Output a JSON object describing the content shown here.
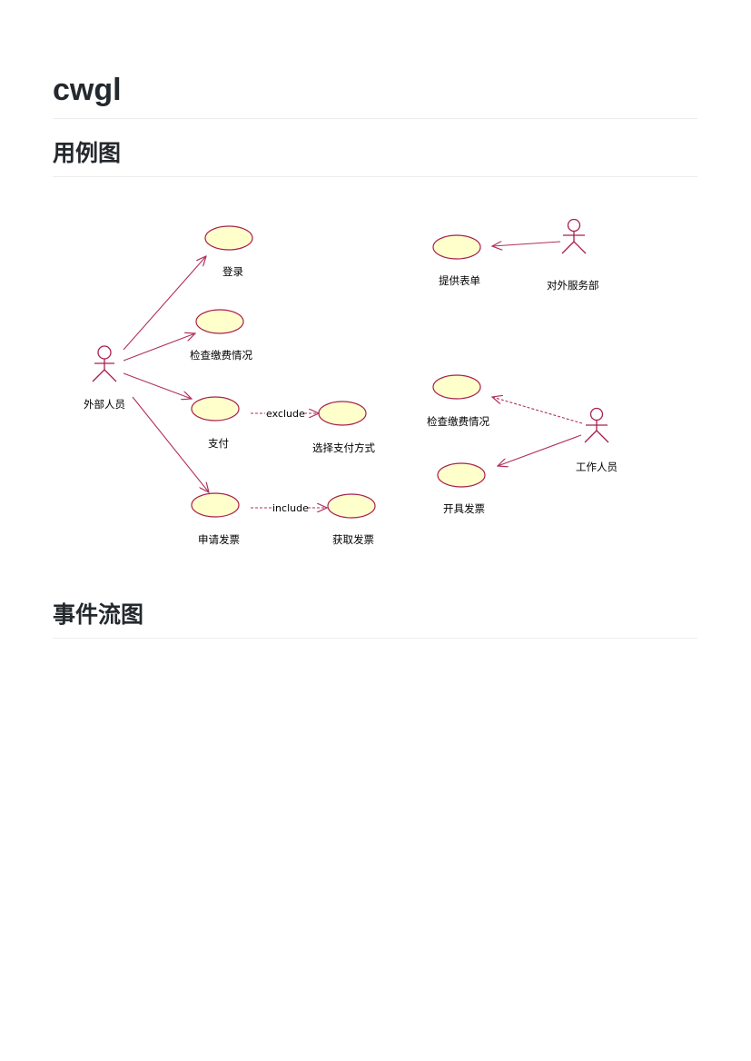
{
  "doc": {
    "title": "cwgl",
    "section1": "用例图",
    "section2": "事件流图"
  },
  "diagram": {
    "colors": {
      "usecase_fill": "#ffffcc",
      "usecase_stroke": "#a8204c",
      "line": "#b0305a"
    },
    "actors": {
      "external": "外部人员",
      "service_dept": "对外服务部",
      "staff": "工作人员"
    },
    "usecases": {
      "login": "登录",
      "check_fee_left": "检查缴费情况",
      "pay": "支付",
      "choose_pay_method": "选择支付方式",
      "apply_invoice": "申请发票",
      "get_invoice": "获取发票",
      "provide_form": "提供表单",
      "check_fee_right": "检查缴费情况",
      "issue_invoice": "开具发票"
    },
    "relations": {
      "exclude": "exclude",
      "include": "include"
    }
  }
}
